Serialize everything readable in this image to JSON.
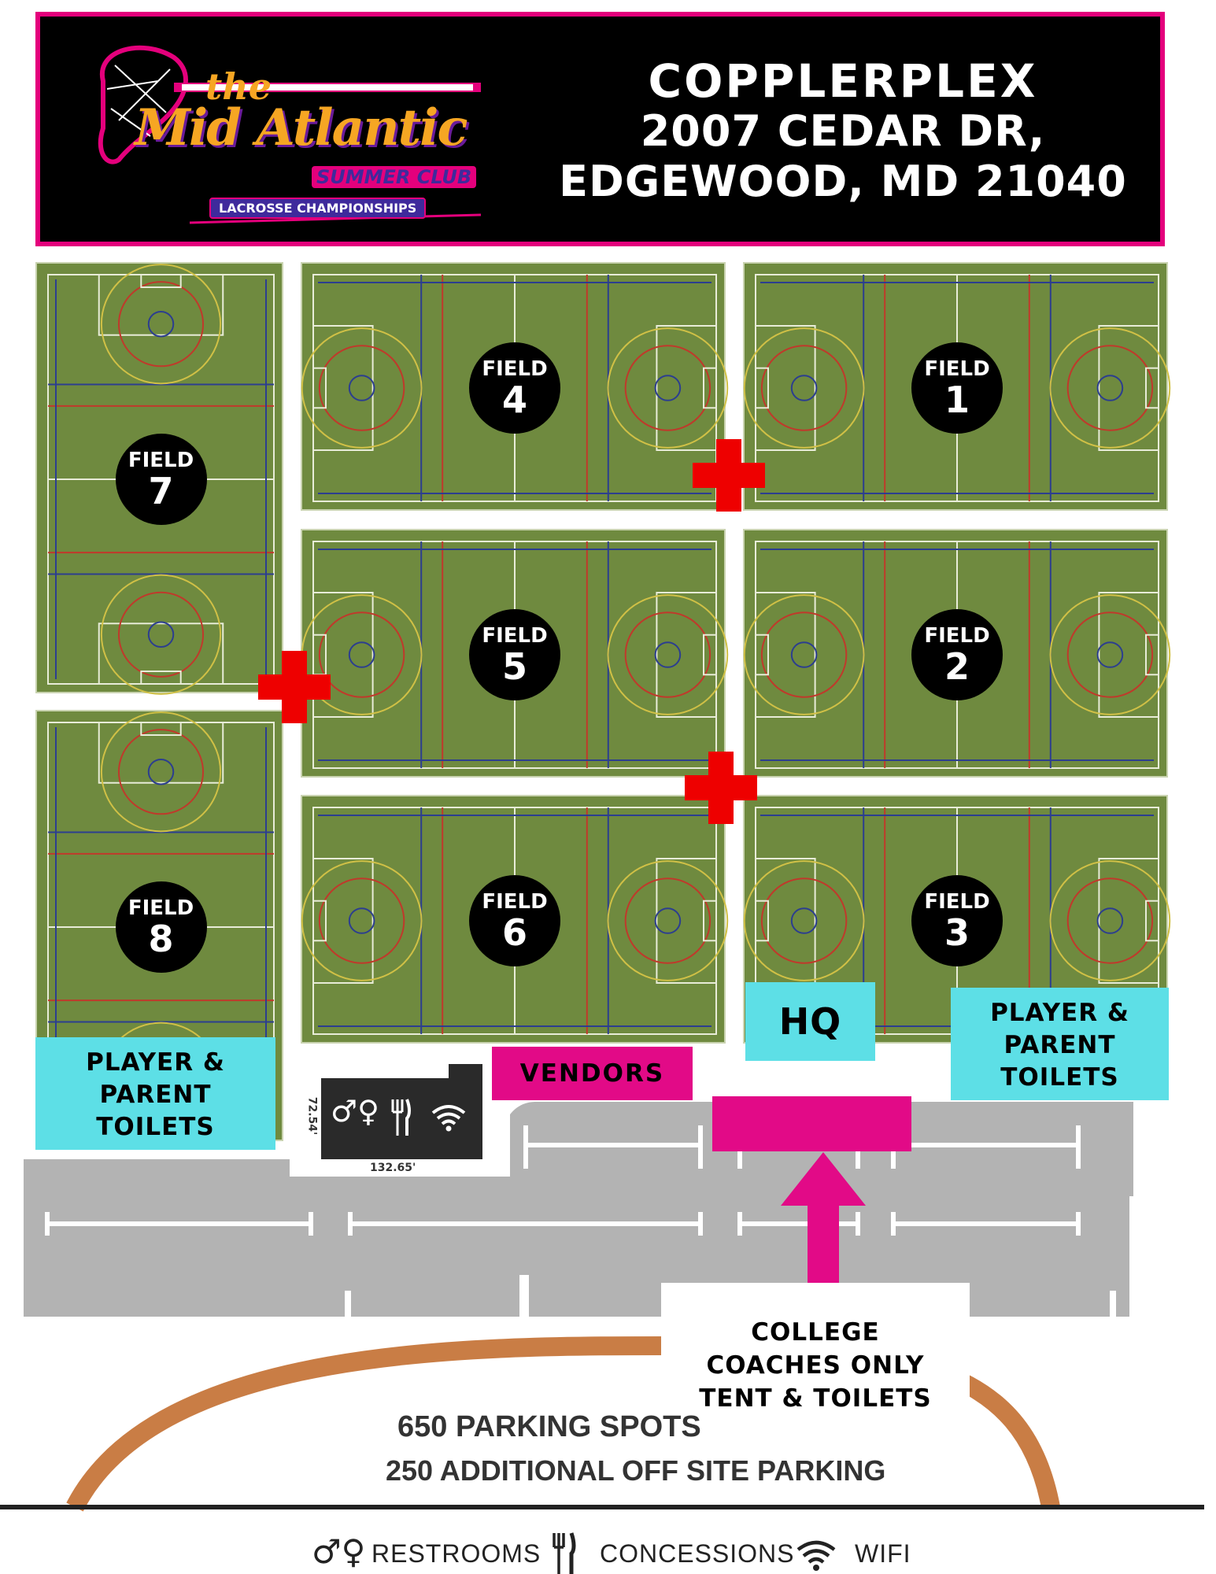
{
  "header": {
    "logo": {
      "the": "the",
      "name": "Mid Atlantic",
      "summer": "SUMMER CLUB",
      "lacrosse": "LACROSSE CHAMPIONSHIPS"
    },
    "venue": "COPPLERPLEX",
    "street": "2007 CEDAR DR,",
    "city": "EDGEWOOD, MD 21040"
  },
  "fields": [
    {
      "label": "FIELD",
      "number": "7"
    },
    {
      "label": "FIELD",
      "number": "4"
    },
    {
      "label": "FIELD",
      "number": "1"
    },
    {
      "label": "FIELD",
      "number": "5"
    },
    {
      "label": "FIELD",
      "number": "2"
    },
    {
      "label": "FIELD",
      "number": "8"
    },
    {
      "label": "FIELD",
      "number": "6"
    },
    {
      "label": "FIELD",
      "number": "3"
    }
  ],
  "areas": {
    "hq": "HQ",
    "vendors": "VENDORS",
    "toilets_left": [
      "PLAYER &",
      "PARENT",
      "TOILETS"
    ],
    "toilets_right": [
      "PLAYER &",
      "PARENT",
      "TOILETS"
    ],
    "coaches": [
      "COLLEGE",
      "COACHES ONLY",
      "TENT & TOILETS"
    ]
  },
  "building": {
    "width_label": "132.65'",
    "height_label": "72.54'"
  },
  "road": {
    "label": "2007 CEDAR D",
    "parking": "650 PARKING SPOTS",
    "offsite": "250 ADDITIONAL OFF SITE PARKING"
  },
  "legend": [
    {
      "icon": "restroom-icon",
      "label": "RESTROOMS"
    },
    {
      "icon": "utensils-icon",
      "label": "CONCESSIONS"
    },
    {
      "icon": "wifi-icon",
      "label": "WIFI"
    }
  ],
  "colors": {
    "turf": "#6f8a3f",
    "accent_pink": "#e4007c",
    "cyan": "#5ddfe6",
    "cross_red": "#ee0000",
    "road": "#c97d45",
    "lot": "#b3b3b3"
  }
}
